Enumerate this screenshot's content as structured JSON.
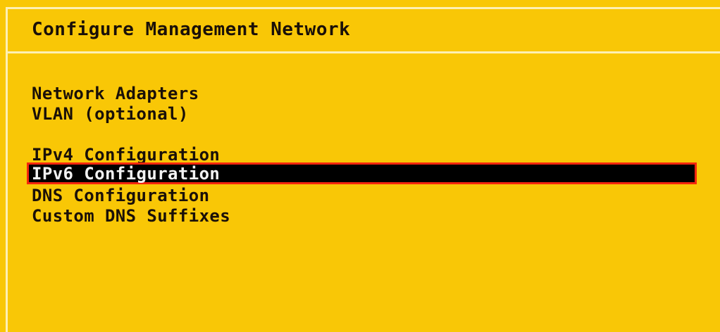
{
  "screen": {
    "background_color": "#f9c706",
    "frame_color": "#fdf0b4",
    "text_color": "#1a1008"
  },
  "header": {
    "title": "Configure Management Network"
  },
  "menu": {
    "selected_index": 3,
    "selection": {
      "highlight_background": "#000000",
      "highlight_border_color": "#f4260d",
      "highlight_text_color": "#f2f2f2"
    },
    "items": [
      {
        "label": "Network Adapters",
        "selected": false,
        "spacer_after": false
      },
      {
        "label": "VLAN (optional)",
        "selected": false,
        "spacer_after": true
      },
      {
        "label": "IPv4 Configuration",
        "selected": false,
        "spacer_after": false
      },
      {
        "label": "IPv6 Configuration",
        "selected": true,
        "spacer_after": false
      },
      {
        "label": "DNS Configuration",
        "selected": false,
        "spacer_after": false
      },
      {
        "label": "Custom DNS Suffixes",
        "selected": false,
        "spacer_after": false
      }
    ]
  }
}
